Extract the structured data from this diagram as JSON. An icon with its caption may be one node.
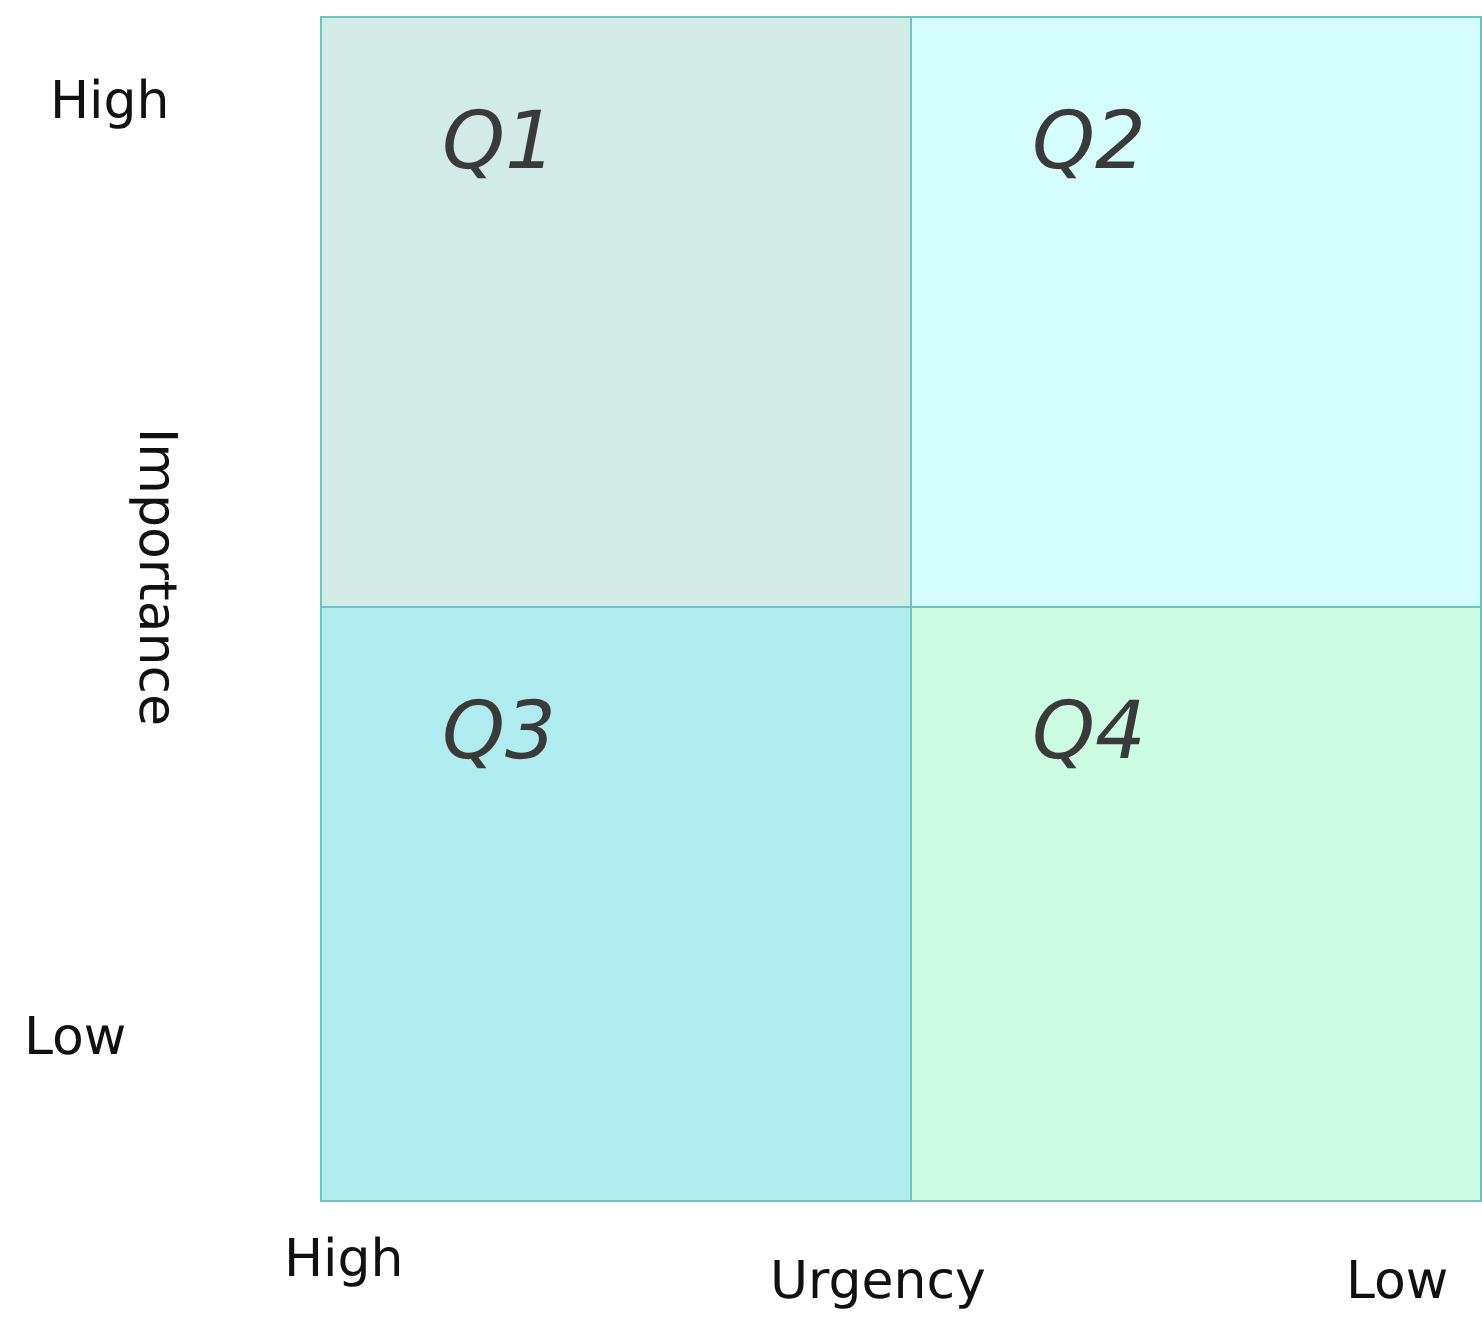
{
  "diagram": {
    "nodes": [
      {
        "text": [
          "Q1"
        ]
      },
      {
        "text": [
          "Q2"
        ]
      },
      {
        "text": [
          "Q3"
        ]
      },
      {
        "text": [
          "Q4"
        ]
      }
    ],
    "labels": [
      "High",
      "Importance",
      "Low",
      "High",
      "Urgency",
      "Low"
    ]
  }
}
